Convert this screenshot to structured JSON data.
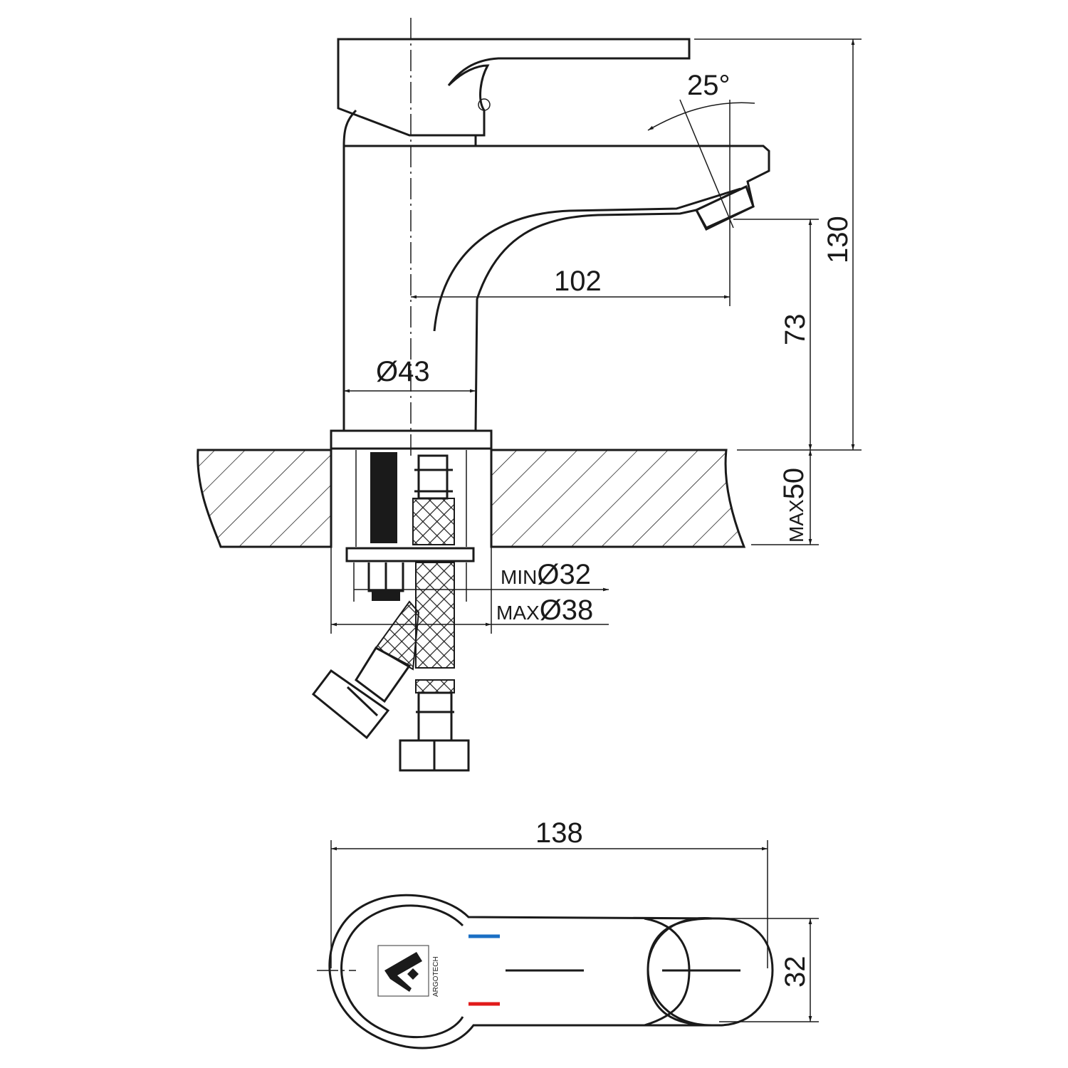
{
  "dimensions": {
    "angle": "25°",
    "total_height": "130",
    "spout_reach": "102",
    "spout_height": "73",
    "body_diameter": "Ø43",
    "max_counter_thickness": "50",
    "max_counter_prefix": "MAX",
    "min_hole_prefix": "MIN",
    "min_hole": "Ø32",
    "max_hole_prefix": "MAX",
    "max_hole": "Ø38",
    "total_length": "138",
    "handle_width": "32"
  },
  "logo": {
    "brand": "ARGOTECH"
  },
  "colors": {
    "cold": "#1a6fc4",
    "hot": "#e11b1b",
    "line": "#1a1a1a"
  }
}
